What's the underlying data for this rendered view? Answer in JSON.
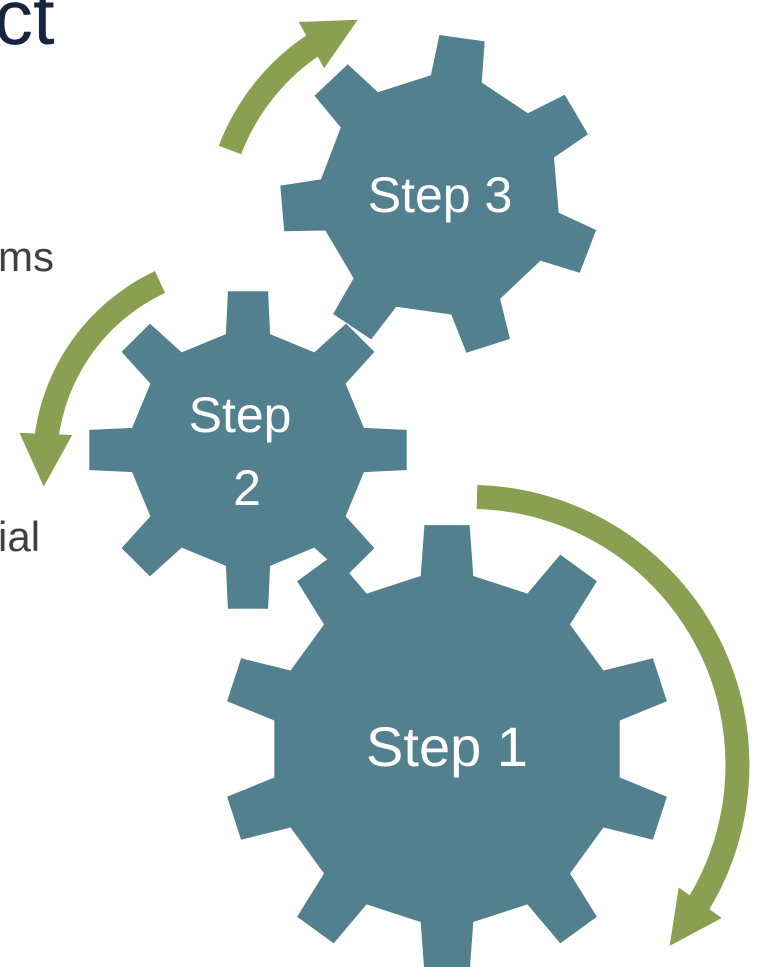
{
  "slide": {
    "title_fragment": "ct",
    "bullet_fragments": [
      "ms",
      "ial"
    ]
  },
  "colors": {
    "gear": "#52808e",
    "arrow": "#8a9f51",
    "title_text": "#17253f",
    "body_text": "#404040",
    "label_text": "#ffffff"
  },
  "diagram": {
    "type": "cycle-gears",
    "gears": [
      {
        "id": "step-1",
        "label_lines": [
          "Step 1"
        ]
      },
      {
        "id": "step-2",
        "label_lines": [
          "Step",
          "2"
        ]
      },
      {
        "id": "step-3",
        "label_lines": [
          "Step 3"
        ]
      }
    ],
    "arrows": [
      {
        "from": "step-1",
        "to": "step-2",
        "direction": "clockwise"
      },
      {
        "from": "step-2",
        "to": "step-3",
        "direction": "counter-clockwise"
      },
      {
        "from": "step-3",
        "to": "step-1",
        "direction": "clockwise"
      }
    ]
  }
}
